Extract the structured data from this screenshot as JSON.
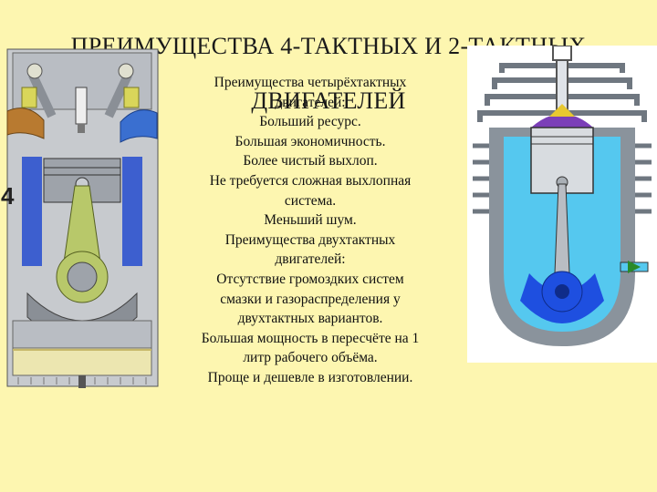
{
  "slide": {
    "title_line1": "ПРЕИМУЩЕСТВА 4-ТАКТНЫХ И 2-ТАКТНЫХ",
    "title_line2": "ДВИГАТЕЛЕЙ",
    "lines": [
      "Преимущества четырёхтактных",
      "двигателей:",
      "Больший ресурс.",
      "Большая экономичность.",
      "Более чистый выхлоп.",
      "Не требуется сложная выхлопная",
      "система.",
      "Меньший шум.",
      "Преимущества двухтактных",
      "двигателей:",
      "Отсутствие громоздких систем",
      "смазки и газораспределения у",
      "двухтактных вариантов.",
      "Большая мощность в пересчёте на 1",
      "литр рабочего объёма.",
      "Проще и дешевле в изготовлении."
    ],
    "left_diagram_label": "4"
  },
  "colors": {
    "background": "#fdf6b0",
    "engine_gray": "#9a9ea6",
    "crank_green": "#b8c86a",
    "intake_blue": "#3a6fd0",
    "exhaust_brown": "#b87a30",
    "coolant_cyan": "#55c8ef",
    "crank_blue": "#1e4fe0",
    "combustion_purple": "#7b3fb8"
  }
}
